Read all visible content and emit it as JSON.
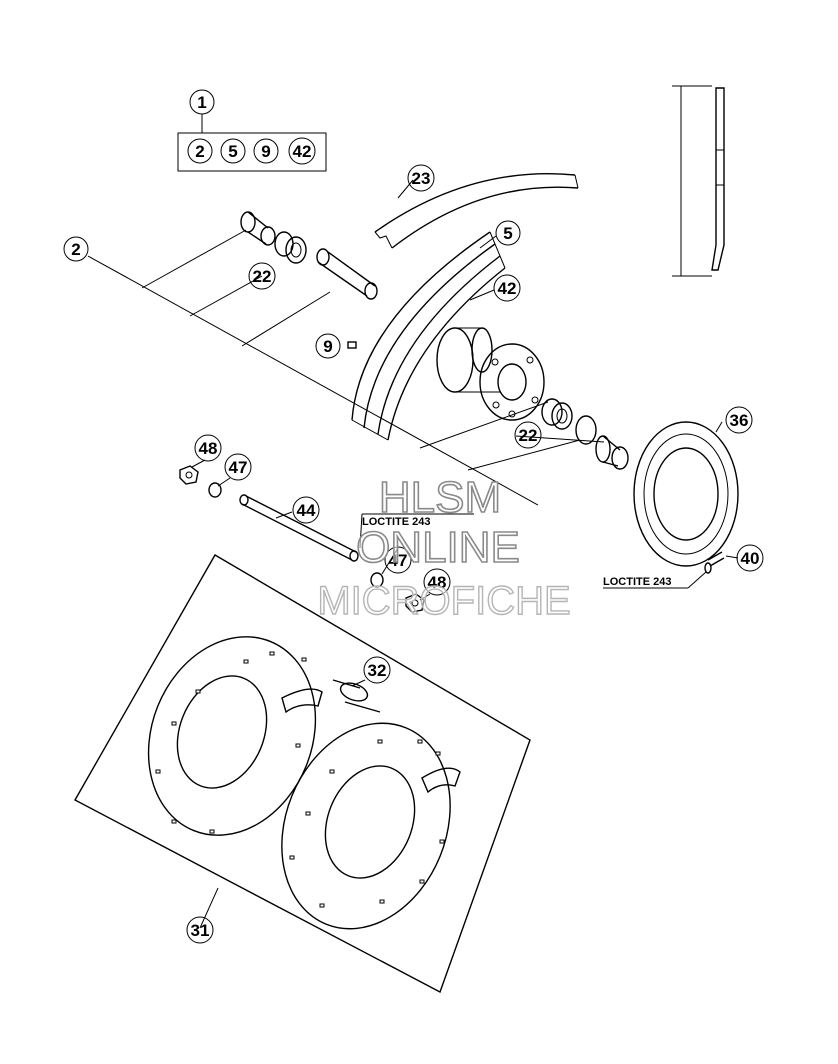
{
  "callouts": {
    "c1": "1",
    "c2_kit": "2",
    "c5_kit": "5",
    "c9_kit": "9",
    "c42_kit": "42",
    "c2": "2",
    "c22a": "22",
    "c23": "23",
    "c5": "5",
    "c42": "42",
    "c9": "9",
    "c22b": "22",
    "c36": "36",
    "c48a": "48",
    "c47a": "47",
    "c44": "44",
    "c47b": "47",
    "c48b": "48",
    "c40": "40",
    "c32": "32",
    "c31": "31"
  },
  "labels": {
    "loctite_axle": "LOCTITE 243",
    "loctite_disc": "LOCTITE 243"
  },
  "watermark": {
    "line1": "HLSM",
    "line2": "ONLINE",
    "line3": "MICROFICHE"
  }
}
